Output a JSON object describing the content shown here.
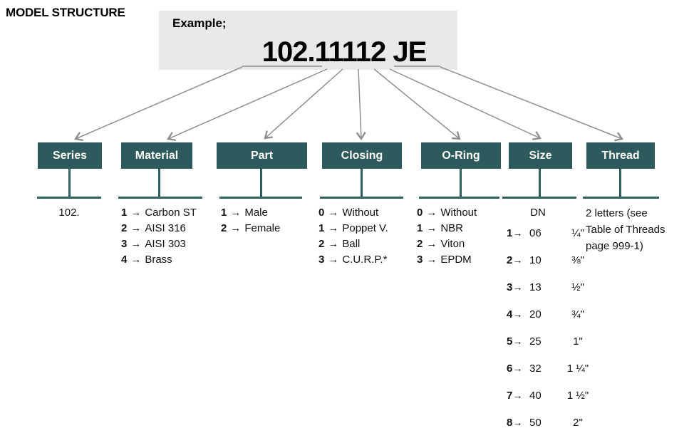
{
  "title": "MODEL STRUCTURE",
  "example": {
    "label": "Example;",
    "code": "102.11112 JE"
  },
  "colors": {
    "header_box": "#2d5a5c",
    "connector_line": "#2e605f",
    "example_bg": "#e9e9e9",
    "arrow": "#8f8f8f",
    "header_text": "#fdfdf5"
  },
  "columns": [
    {
      "id": "series",
      "header": "Series",
      "type": "plain",
      "items": [
        "102."
      ]
    },
    {
      "id": "material",
      "header": "Material",
      "type": "mapping",
      "items": [
        {
          "key": "1",
          "value": "Carbon ST"
        },
        {
          "key": "2",
          "value": "AISI 316"
        },
        {
          "key": "3",
          "value": "AISI 303"
        },
        {
          "key": "4",
          "value": "Brass"
        }
      ]
    },
    {
      "id": "part",
      "header": "Part",
      "type": "mapping",
      "items": [
        {
          "key": "1",
          "value": "Male"
        },
        {
          "key": "2",
          "value": "Female"
        }
      ]
    },
    {
      "id": "closing",
      "header": "Closing",
      "type": "mapping",
      "items": [
        {
          "key": "0",
          "value": "Without"
        },
        {
          "key": "1",
          "value": "Poppet V."
        },
        {
          "key": "2",
          "value": "Ball"
        },
        {
          "key": "3",
          "value": "C.U.R.P.*"
        }
      ]
    },
    {
      "id": "o-ring",
      "header": "O-Ring",
      "type": "mapping",
      "items": [
        {
          "key": "0",
          "value": "Without"
        },
        {
          "key": "1",
          "value": "NBR"
        },
        {
          "key": "2",
          "value": "Viton"
        },
        {
          "key": "3",
          "value": "EPDM"
        }
      ]
    },
    {
      "id": "size",
      "header": "Size",
      "type": "size-table",
      "subheader": "DN",
      "rows": [
        {
          "key": "1",
          "dn": "06",
          "inch": "¼\""
        },
        {
          "key": "2",
          "dn": "10",
          "inch": "⅜\""
        },
        {
          "key": "3",
          "dn": "13",
          "inch": "½\""
        },
        {
          "key": "4",
          "dn": "20",
          "inch": "¾\""
        },
        {
          "key": "5",
          "dn": "25",
          "inch": "1\""
        },
        {
          "key": "6",
          "dn": "32",
          "inch": "1 ¼\""
        },
        {
          "key": "7",
          "dn": "40",
          "inch": "1 ½\""
        },
        {
          "key": "8",
          "dn": "50",
          "inch": "2\""
        }
      ]
    },
    {
      "id": "thread",
      "header": "Thread",
      "type": "note",
      "note_lines": [
        "2 letters (see",
        "Table of Threads",
        "page 999-1)"
      ]
    }
  ],
  "arrow_glyph": "→"
}
